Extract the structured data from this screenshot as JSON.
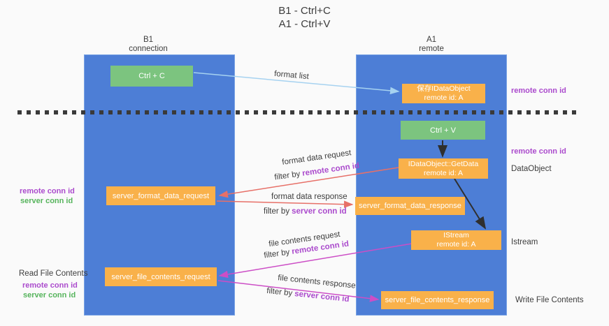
{
  "title": {
    "line1": "B1 - Ctrl+C",
    "line2": "A1 - Ctrl+V"
  },
  "lanes": {
    "left": {
      "name": "B1",
      "role": "connection"
    },
    "right": {
      "name": "A1",
      "role": "remote"
    }
  },
  "nodes": {
    "ctrl_c": {
      "label": "Ctrl + C"
    },
    "ctrl_v": {
      "label": "Ctrl + V"
    },
    "save_dataobject": {
      "line1": "保存IDataObject",
      "line2": "remote id: A"
    },
    "getdata": {
      "line1": "IDataObject::GetData",
      "line2": "remote id: A"
    },
    "istream": {
      "line1": "IStream",
      "line2": "remote id: A"
    },
    "format_request": {
      "label": "server_format_data_request"
    },
    "format_response": {
      "label": "server_format_data_response"
    },
    "file_request": {
      "label": "server_file_contents_request"
    },
    "file_response": {
      "label": "server_file_contents_response"
    }
  },
  "edge_labels": {
    "format_list": "format list",
    "format_data_request": "format data request",
    "format_data_response": "format data response",
    "file_contents_request": "file contents request",
    "file_contents_response": "file contents response",
    "filter_by": "filter by",
    "remote_conn_id": "remote conn id",
    "server_conn_id": "server conn id"
  },
  "side_labels": {
    "remote_conn_id": "remote conn id",
    "server_conn_id": "server conn id",
    "dataobject": "DataObject",
    "istream": "Istream",
    "read_file_contents": "Read File Contents",
    "write_file_contents": "Write File Contents"
  },
  "colors": {
    "background": "#fafafa",
    "lane_blue": "#4d7ed6",
    "lane_border": "#7aa3e4",
    "node_orange": "#f9b14a",
    "node_green": "#7cc47f",
    "arrow_black": "#2f2f2f",
    "arrow_salmon": "#e77068",
    "arrow_magenta": "#cc4ec6",
    "arrow_lightblue": "#a6d2f0",
    "text_purple": "#ab4bcd",
    "text_green": "#56b45c",
    "text_dark": "#3d3d3d",
    "dash": "#3a3a3a"
  }
}
